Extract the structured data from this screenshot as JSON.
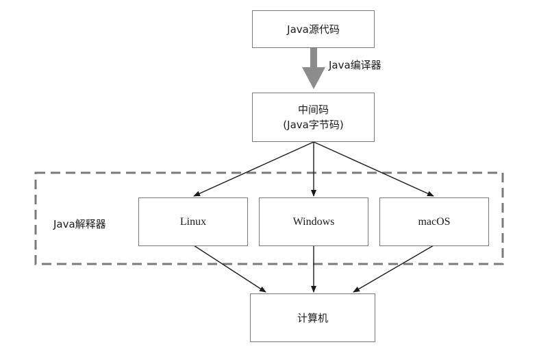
{
  "source": {
    "label": "Java源代码"
  },
  "compiler": {
    "label": "Java编译器"
  },
  "bytecode": {
    "line1": "中间码",
    "line2": "(Java字节码)"
  },
  "interpreter": {
    "label": "Java解释器",
    "platforms": [
      "Linux",
      "Windows",
      "macOS"
    ]
  },
  "computer": {
    "label": "计算机"
  },
  "colors": {
    "border": "#777777",
    "arrow": "#1a1a1a",
    "thick_arrow": "#8c8c8c",
    "dashed": "#7a7a7a"
  }
}
